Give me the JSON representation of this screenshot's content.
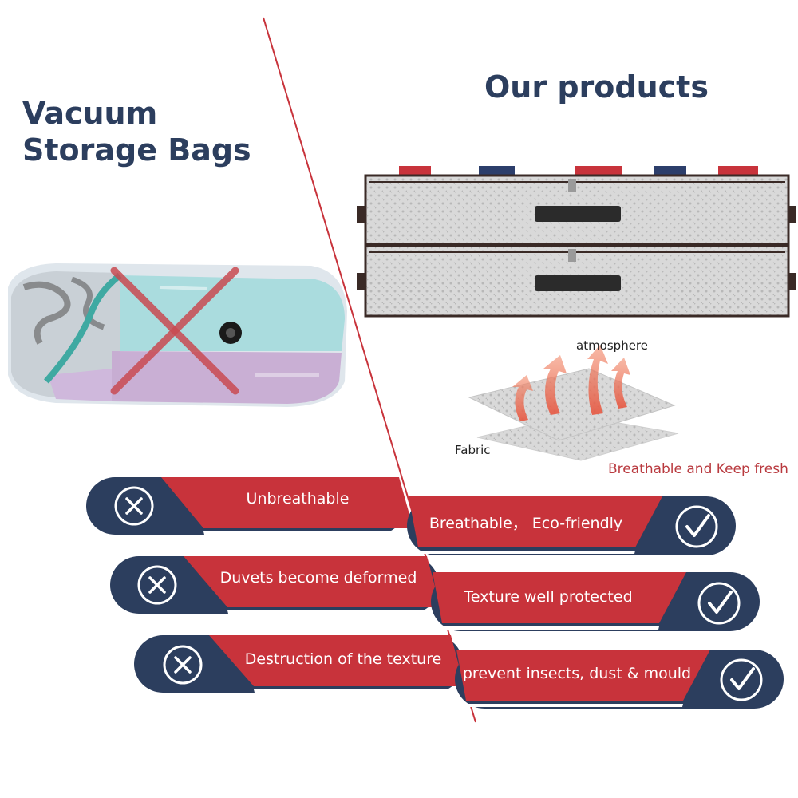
{
  "left_panel": {
    "title_line1": "Vacuum",
    "title_line2": "Storage Bags",
    "icon": "x-circle-icon",
    "cons": [
      {
        "label": "Unbreathable"
      },
      {
        "label": "Duvets become deformed"
      },
      {
        "label": "Destruction of the texture"
      }
    ]
  },
  "right_panel": {
    "title": "Our products",
    "icon": "check-circle-icon",
    "diagram": {
      "top_label": "atmosphere",
      "bottom_label": "Fabric",
      "caption": "Breathable and Keep fresh"
    },
    "pros": [
      {
        "label": "Breathable， Eco-friendly"
      },
      {
        "label": "Texture well protected"
      },
      {
        "label": "prevent insects, dust & mould"
      }
    ]
  },
  "colors": {
    "navy": "#2c3e5e",
    "red": "#c8333b",
    "divider": "#c8333b",
    "caption_red": "#b93a3f"
  }
}
